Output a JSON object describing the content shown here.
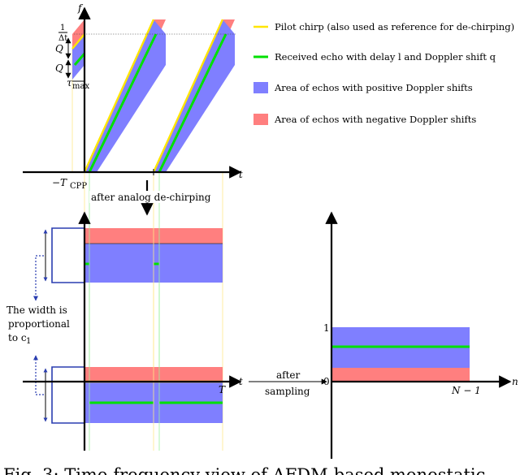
{
  "top_diagram": {
    "axis_f": "f",
    "axis_t": "t",
    "label_inv_dt_num": "1",
    "label_inv_dt_den": "Δt",
    "label_Q_upper": "Q",
    "label_Q_lower": "Q",
    "label_tau": "τ",
    "label_tau_sub": "max",
    "label_Tcpp": "−T",
    "label_Tcpp_sub": "CPP"
  },
  "legend": [
    {
      "text": "Pilot chirp (also used as reference for de-chirping)",
      "color": "#ffe600",
      "kind": "line"
    },
    {
      "text": "Received echo with delay l and Doppler shift q",
      "color": "#00e000",
      "kind": "line"
    },
    {
      "text": "Area of echos with positive Doppler shifts",
      "color": "#7f7fff",
      "kind": "box"
    },
    {
      "text": "Area of echos with negative Doppler shifts",
      "color": "#ff7f7f",
      "kind": "box"
    }
  ],
  "dechirp_label": "after analog de-chirping",
  "middle_diagram": {
    "axis_t": "t",
    "label_T": "T",
    "width_note": [
      "The width is",
      "proportional",
      "to c"
    ],
    "width_note_sub": "1"
  },
  "sampling_label": [
    "after",
    "sampling"
  ],
  "right_diagram": {
    "axis_n": "n",
    "tick_one": "1",
    "tick_zero": "0",
    "tick_N": "N − 1"
  },
  "caption": "Fig. 3: Time-frequency view of AFDM-based monostatic"
}
